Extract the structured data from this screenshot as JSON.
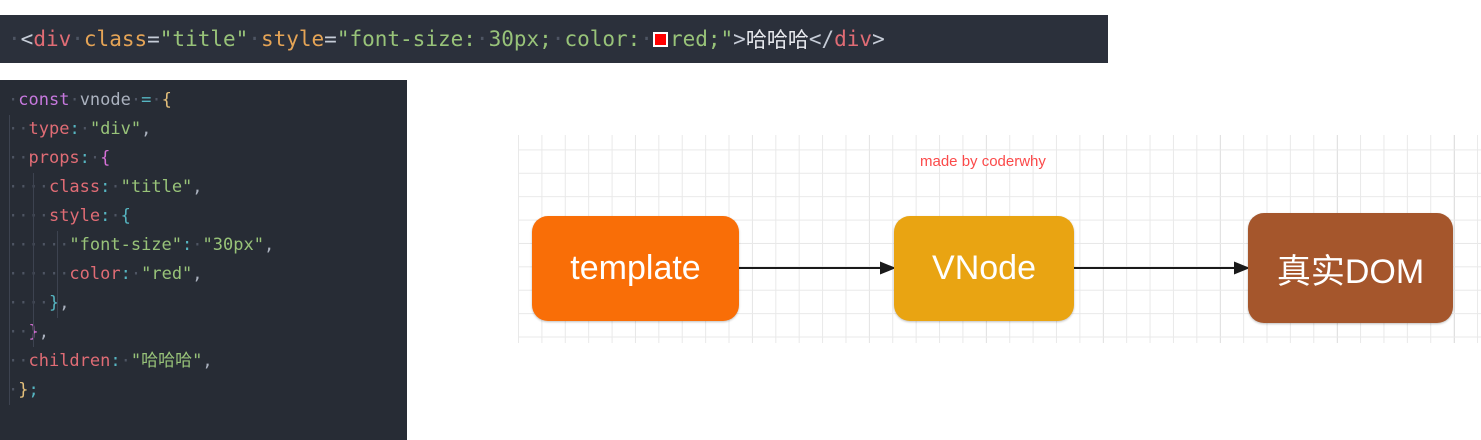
{
  "html_bar": {
    "name": "html-source-line",
    "segments": [
      {
        "kind": "ws",
        "text": "·"
      },
      {
        "kind": "punct",
        "text": "<"
      },
      {
        "kind": "tag",
        "text": "div"
      },
      {
        "kind": "ws",
        "text": "·"
      },
      {
        "kind": "attr",
        "text": "class"
      },
      {
        "kind": "punct",
        "text": "="
      },
      {
        "kind": "string",
        "text": "\"title\""
      },
      {
        "kind": "ws",
        "text": "·"
      },
      {
        "kind": "attr",
        "text": "style"
      },
      {
        "kind": "punct",
        "text": "="
      },
      {
        "kind": "string",
        "text": "\"font-size:"
      },
      {
        "kind": "ws",
        "text": "·"
      },
      {
        "kind": "string",
        "text": "30px;"
      },
      {
        "kind": "ws",
        "text": "·"
      },
      {
        "kind": "string",
        "text": "color:"
      },
      {
        "kind": "ws",
        "text": "·"
      },
      {
        "kind": "swatch",
        "text": ""
      },
      {
        "kind": "string",
        "text": "red;\""
      },
      {
        "kind": "punct",
        "text": ">"
      },
      {
        "kind": "text",
        "text": "哈哈哈"
      },
      {
        "kind": "punct",
        "text": "</"
      },
      {
        "kind": "tag",
        "text": "div"
      },
      {
        "kind": "punct",
        "text": ">"
      }
    ],
    "color_swatch": "#ff0000",
    "background": "#2b303b"
  },
  "js_code": {
    "name": "vnode-object-snippet",
    "background": "#272c35",
    "lines": [
      {
        "indent": 0,
        "guides": 0,
        "segments": [
          {
            "kind": "ws",
            "text": "·"
          },
          {
            "kind": "kw",
            "text": "const"
          },
          {
            "kind": "ws",
            "text": "·"
          },
          {
            "kind": "punct",
            "text": "vnode"
          },
          {
            "kind": "ws",
            "text": "·"
          },
          {
            "kind": "op",
            "text": "="
          },
          {
            "kind": "ws",
            "text": "·"
          },
          {
            "kind": "b1",
            "text": "{"
          }
        ]
      },
      {
        "indent": 1,
        "guides": 1,
        "segments": [
          {
            "kind": "ws",
            "text": "··"
          },
          {
            "kind": "key",
            "text": "type"
          },
          {
            "kind": "op",
            "text": ":"
          },
          {
            "kind": "ws",
            "text": "·"
          },
          {
            "kind": "str",
            "text": "\"div\""
          },
          {
            "kind": "punct",
            "text": ","
          }
        ]
      },
      {
        "indent": 1,
        "guides": 1,
        "segments": [
          {
            "kind": "ws",
            "text": "··"
          },
          {
            "kind": "key",
            "text": "props"
          },
          {
            "kind": "op",
            "text": ":"
          },
          {
            "kind": "ws",
            "text": "·"
          },
          {
            "kind": "b2",
            "text": "{"
          }
        ]
      },
      {
        "indent": 2,
        "guides": 2,
        "segments": [
          {
            "kind": "ws",
            "text": "····"
          },
          {
            "kind": "key",
            "text": "class"
          },
          {
            "kind": "op",
            "text": ":"
          },
          {
            "kind": "ws",
            "text": "·"
          },
          {
            "kind": "str",
            "text": "\"title\""
          },
          {
            "kind": "punct",
            "text": ","
          }
        ]
      },
      {
        "indent": 2,
        "guides": 2,
        "segments": [
          {
            "kind": "ws",
            "text": "····"
          },
          {
            "kind": "key",
            "text": "style"
          },
          {
            "kind": "op",
            "text": ":"
          },
          {
            "kind": "ws",
            "text": "·"
          },
          {
            "kind": "b3",
            "text": "{"
          }
        ]
      },
      {
        "indent": 3,
        "guides": 3,
        "segments": [
          {
            "kind": "ws",
            "text": "······"
          },
          {
            "kind": "str",
            "text": "\"font-size\""
          },
          {
            "kind": "op",
            "text": ":"
          },
          {
            "kind": "ws",
            "text": "·"
          },
          {
            "kind": "str",
            "text": "\"30px\""
          },
          {
            "kind": "punct",
            "text": ","
          }
        ]
      },
      {
        "indent": 3,
        "guides": 3,
        "segments": [
          {
            "kind": "ws",
            "text": "······"
          },
          {
            "kind": "key",
            "text": "color"
          },
          {
            "kind": "op",
            "text": ":"
          },
          {
            "kind": "ws",
            "text": "·"
          },
          {
            "kind": "str",
            "text": "\"red\""
          },
          {
            "kind": "punct",
            "text": ","
          }
        ]
      },
      {
        "indent": 2,
        "guides": 3,
        "segments": [
          {
            "kind": "ws",
            "text": "····"
          },
          {
            "kind": "b3",
            "text": "}"
          },
          {
            "kind": "punct",
            "text": ","
          }
        ]
      },
      {
        "indent": 1,
        "guides": 2,
        "segments": [
          {
            "kind": "ws",
            "text": "··"
          },
          {
            "kind": "b2",
            "text": "}"
          },
          {
            "kind": "punct",
            "text": ","
          }
        ]
      },
      {
        "indent": 1,
        "guides": 1,
        "segments": [
          {
            "kind": "ws",
            "text": "··"
          },
          {
            "kind": "key",
            "text": "children"
          },
          {
            "kind": "op",
            "text": ":"
          },
          {
            "kind": "ws",
            "text": "·"
          },
          {
            "kind": "str",
            "text": "\"哈哈哈\""
          },
          {
            "kind": "punct",
            "text": ","
          }
        ]
      },
      {
        "indent": 0,
        "guides": 1,
        "segments": [
          {
            "kind": "ws",
            "text": "·"
          },
          {
            "kind": "b1",
            "text": "}"
          },
          {
            "kind": "op",
            "text": ";"
          }
        ]
      }
    ]
  },
  "diagram": {
    "watermark": "made by coderwhy",
    "watermark_color": "#fb4a4a",
    "grid_minor_color": "#e9e9e9",
    "grid_major_color": "#d2d2d2",
    "nodes": [
      {
        "id": "template",
        "label": "template",
        "color": "#f96e07"
      },
      {
        "id": "vnode",
        "label": "VNode",
        "color": "#e9a412"
      },
      {
        "id": "real-dom",
        "label": "真实DOM",
        "color": "#a5562c"
      }
    ],
    "arrows": [
      {
        "from": "template",
        "to": "vnode",
        "color": "#1a1a1a"
      },
      {
        "from": "vnode",
        "to": "real-dom",
        "color": "#1a1a1a"
      }
    ]
  }
}
